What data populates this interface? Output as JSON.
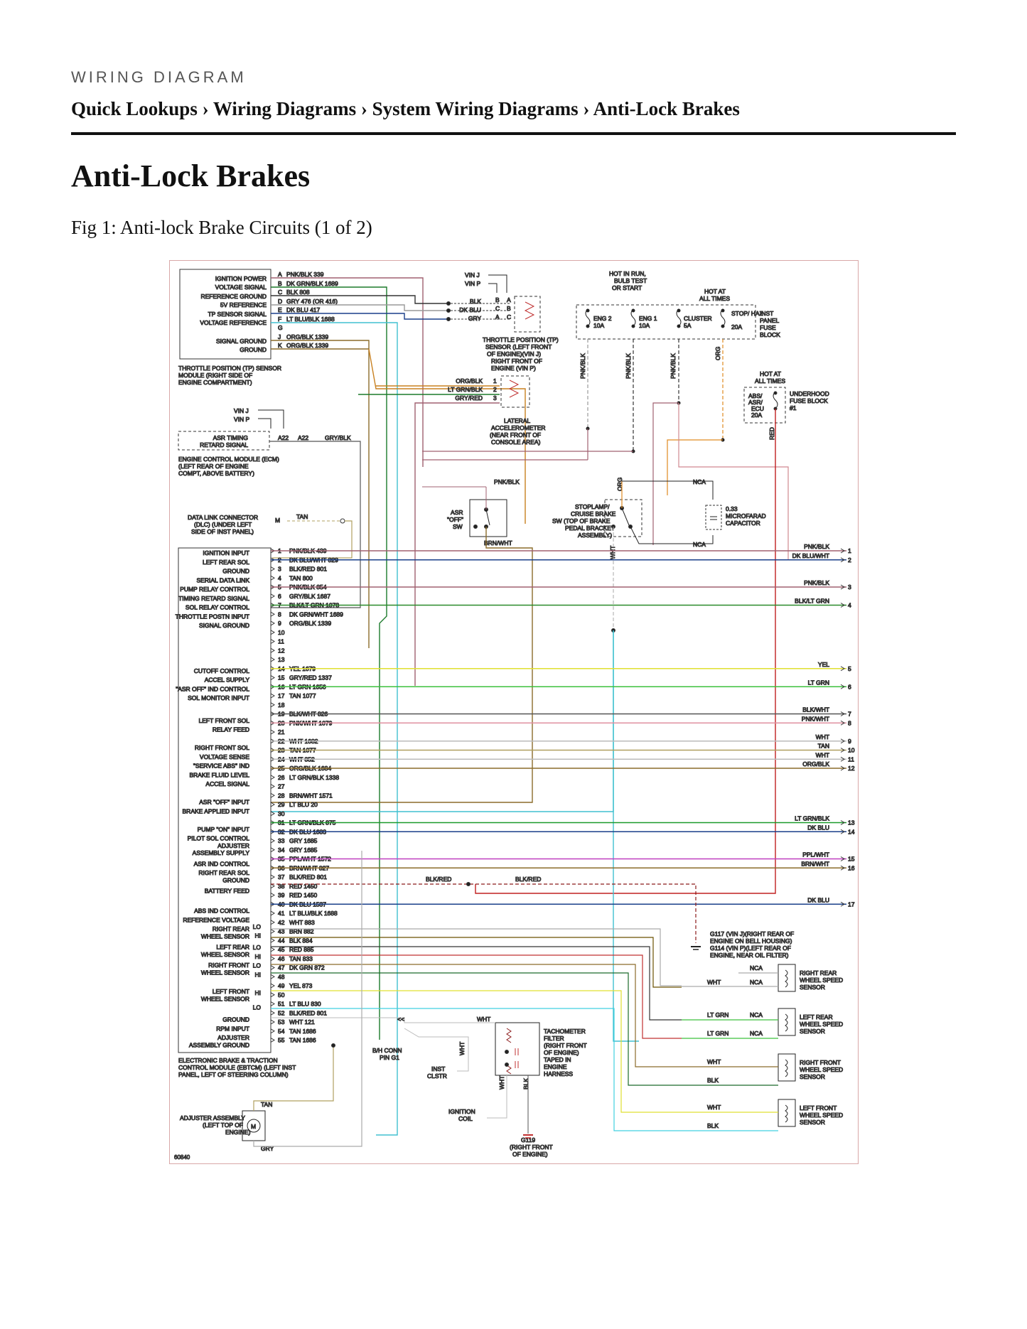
{
  "header": {
    "kicker": "WIRING DIAGRAM",
    "breadcrumb": [
      "Quick Lookups",
      "Wiring Diagrams",
      "System Wiring Diagrams",
      "Anti-Lock Brakes"
    ],
    "separator": "›"
  },
  "page_title": "Anti-Lock Brakes",
  "figure_caption": "Fig 1: Anti-lock Brake Circuits (1 of 2)",
  "diagram": {
    "tp_module": {
      "title": [
        "THROTTLE POSITION (TP) SENSOR",
        "MODULE (RIGHT SIDE OF",
        "ENGINE COMPARTMENT)"
      ],
      "pins": [
        {
          "label": "IGNITION POWER",
          "pin": "A",
          "wire": "PNK/BLK 339"
        },
        {
          "label": "VOLTAGE SIGNAL",
          "pin": "B",
          "wire": "DK GRN/BLK 1689"
        },
        {
          "label": "REFERENCE GROUND",
          "pin": "C",
          "wire": "BLK 808"
        },
        {
          "label": "5V REFERENCE",
          "pin": "D",
          "wire": "GRY 476 (OR 416)"
        },
        {
          "label": "TP SENSOR SIGNAL",
          "pin": "E",
          "wire": "DK BLU 417"
        },
        {
          "label": "VOLTAGE REFERENCE",
          "pin": "F",
          "wire": "LT BLU/BLK 1688"
        },
        {
          "label": "",
          "pin": "G",
          "wire": ""
        },
        {
          "label": "SIGNAL GROUND",
          "pin": "J",
          "wire": "ORG/BLK 1339"
        },
        {
          "label": "GROUND",
          "pin": "K",
          "wire": "ORG/BLK 1339"
        }
      ]
    },
    "ecm": {
      "label": [
        "ASR TIMING",
        "RETARD SIGNAL"
      ],
      "title": [
        "ENGINE CONTROL MODULE (ECM)",
        "(LEFT REAR OF ENGINE",
        "COMPT, ABOVE BATTERY)"
      ],
      "pins": [
        "A22",
        "A22"
      ],
      "wire": "GRY/BLK",
      "vin": [
        "VIN J",
        "VIN P"
      ]
    },
    "dlc": {
      "title": [
        "DATA LINK CONNECTOR",
        "(DLC) (UNDER LEFT",
        "SIDE OF INST PANEL)"
      ],
      "pin": "M",
      "wire": "TAN"
    },
    "tp_sensor": {
      "vin": [
        "VIN J",
        "VIN P"
      ],
      "wires": [
        {
          "color": "BLK",
          "pins": [
            "B",
            "A"
          ]
        },
        {
          "color": "DK BLU",
          "pins": [
            "C",
            "B"
          ]
        },
        {
          "color": "GRY",
          "pins": [
            "A",
            "C"
          ]
        }
      ],
      "title": [
        "THROTTLE POSITION (TP)",
        "SENSOR (LEFT FRONT",
        "OF ENGINE)(VIN J)",
        "RIGHT FRONT OF",
        "ENGINE (VIN P)"
      ]
    },
    "lateral_accelerometer": {
      "wires": [
        {
          "color": "ORG/BLK",
          "pin": "1"
        },
        {
          "color": "LT GRN/BLK",
          "pin": "2"
        },
        {
          "color": "GRY/RED",
          "pin": "3"
        }
      ],
      "title": [
        "LATERAL",
        "ACCELEROMETER",
        "(NEAR FRONT OF",
        "CONSOLE AREA)"
      ]
    },
    "fuse_panel": {
      "header": [
        "HOT IN RUN,",
        "BULB TEST",
        "OR START"
      ],
      "hot_at_all_times": [
        "HOT AT",
        "ALL TIMES"
      ],
      "fuses": [
        {
          "name": "ENG 2",
          "rating": "10A"
        },
        {
          "name": "ENG 1",
          "rating": "10A"
        },
        {
          "name": "CLUSTER",
          "rating": "5A"
        },
        {
          "name": "STOP/\nHAZ",
          "rating": "20A"
        }
      ],
      "title": [
        "INST",
        "PANEL",
        "FUSE",
        "BLOCK"
      ],
      "wire_labels": [
        "PNK/BLK",
        "PNK/BLK",
        "PNK/BLK",
        "ORG"
      ]
    },
    "underhood": {
      "hot": [
        "HOT AT",
        "ALL TIMES"
      ],
      "fuse": [
        "ABS/",
        "ASR/",
        "ECU",
        "20A"
      ],
      "title": [
        "UNDERHOOD",
        "FUSE BLOCK",
        "#1"
      ],
      "wire": "RED"
    },
    "asr_switch": {
      "label": [
        "ASR",
        "\"OFF\"",
        "SW"
      ],
      "wire_top": "PNK/BLK",
      "wire_bottom": "BRN/WHT"
    },
    "stoplamp": {
      "label": [
        "STOPLAMP/",
        "CRUISE BRAKE",
        "SW (TOP OF BRAKE",
        "PEDAL BRACKET",
        "ASSEMBLY)"
      ],
      "nca": [
        "NCA",
        "NCA"
      ],
      "wire_top": "ORG",
      "wire_bottom": "WHT",
      "capacitor": [
        "0.33",
        "MICROFARAD",
        "CAPACITOR"
      ]
    },
    "ebtcm": {
      "title": [
        "ELECTRONIC BRAKE & TRACTION",
        "CONTROL MODULE (EBTCM) (LEFT INST",
        "PANEL, LEFT OF STEERING COLUMN)"
      ],
      "labels": [
        "IGNITION INPUT",
        "LEFT REAR SOL",
        "GROUND",
        "SERIAL DATA LINK",
        "PUMP RELAY CONTROL",
        "TIMING RETARD SIGNAL",
        "SOL RELAY CONTROL",
        "THROTTLE POSTN INPUT",
        "SIGNAL GROUND",
        "CUTOFF CONTROL",
        "ACCEL SUPPLY",
        "\"ASR OFF\" IND CONTROL",
        "SOL MONITOR INPUT",
        "LEFT FRONT SOL",
        "RELAY FEED",
        "RIGHT FRONT SOL",
        "VOLTAGE SENSE",
        "\"SERVICE ABS\" IND",
        "BRAKE FLUID LEVEL",
        "ACCEL SIGNAL",
        "ASR \"OFF\" INPUT",
        "BRAKE APPLIED INPUT",
        "PUMP \"ON\" INPUT",
        "PILOT SOL CONTROL",
        "ADJUSTER",
        "ASSEMBLY SUPPLY",
        "ASR IND CONTROL",
        "RIGHT REAR SOL",
        "GROUND",
        "BATTERY FEED",
        "ABS IND CONTROL",
        "REFERENCE VOLTAGE",
        "RIGHT REAR",
        "WHEEL SENSOR",
        "LEFT REAR",
        "WHEEL SENSOR",
        "RIGHT FRONT",
        "WHEEL SENSOR",
        "LEFT FRONT",
        "WHEEL SENSOR",
        "GROUND",
        "RPM INPUT",
        "ADJUSTER",
        "ASSEMBLY GROUND"
      ],
      "pins": [
        {
          "n": "1",
          "wire": "PNK/BLK 439"
        },
        {
          "n": "2",
          "wire": "DK BLU/WHT 829"
        },
        {
          "n": "3",
          "wire": "BLK/RED 801"
        },
        {
          "n": "4",
          "wire": "TAN 800"
        },
        {
          "n": "5",
          "wire": "PNK/BLK 854"
        },
        {
          "n": "6",
          "wire": "GRY/BLK 1687"
        },
        {
          "n": "7",
          "wire": "BLK/LT GRN 1078"
        },
        {
          "n": "8",
          "wire": "DK GRN/WHT 1689"
        },
        {
          "n": "9",
          "wire": "ORG/BLK 1339"
        },
        {
          "n": "10",
          "wire": ""
        },
        {
          "n": "11",
          "wire": ""
        },
        {
          "n": "12",
          "wire": ""
        },
        {
          "n": "13",
          "wire": ""
        },
        {
          "n": "14",
          "wire": "YEL 1679"
        },
        {
          "n": "15",
          "wire": "GRY/RED 1337"
        },
        {
          "n": "16",
          "wire": "LT GRN 1656"
        },
        {
          "n": "17",
          "wire": "TAN 1077"
        },
        {
          "n": "18",
          "wire": ""
        },
        {
          "n": "19",
          "wire": "BLK/WHT 826"
        },
        {
          "n": "20",
          "wire": "PNK/WHT 1079"
        },
        {
          "n": "21",
          "wire": ""
        },
        {
          "n": "22",
          "wire": "WHT 1682"
        },
        {
          "n": "23",
          "wire": "TAN 1077"
        },
        {
          "n": "24",
          "wire": "WHT 852"
        },
        {
          "n": "25",
          "wire": "ORG/BLK 1684"
        },
        {
          "n": "26",
          "wire": "LT GRN/BLK 1338"
        },
        {
          "n": "27",
          "wire": ""
        },
        {
          "n": "28",
          "wire": "BRN/WHT 1571"
        },
        {
          "n": "29",
          "wire": "LT BLU 20"
        },
        {
          "n": "30",
          "wire": ""
        },
        {
          "n": "31",
          "wire": "LT GRN/BLK 875"
        },
        {
          "n": "32",
          "wire": "DK BLU 1683"
        },
        {
          "n": "33",
          "wire": "GRY 1685"
        },
        {
          "n": "34",
          "wire": "GRY 1685"
        },
        {
          "n": "35",
          "wire": "PPL/WHT 1572"
        },
        {
          "n": "36",
          "wire": "BRN/WHT 827"
        },
        {
          "n": "37",
          "wire": "BLK/RED 801"
        },
        {
          "n": "38",
          "wire": "RED 1450"
        },
        {
          "n": "39",
          "wire": "RED 1450"
        },
        {
          "n": "40",
          "wire": "DK BLU 1537"
        },
        {
          "n": "41",
          "wire": "LT BLU/BLK 1688"
        },
        {
          "n": "42",
          "wire": "WHT 883"
        },
        {
          "n": "43",
          "wire": "BRN 882"
        },
        {
          "n": "44",
          "wire": "BLK 884"
        },
        {
          "n": "45",
          "wire": "RED 885"
        },
        {
          "n": "46",
          "wire": "TAN 833"
        },
        {
          "n": "47",
          "wire": "DK GRN 872"
        },
        {
          "n": "48",
          "wire": ""
        },
        {
          "n": "49",
          "wire": "YEL 873"
        },
        {
          "n": "50",
          "wire": ""
        },
        {
          "n": "51",
          "wire": "LT BLU 830"
        },
        {
          "n": "52",
          "wire": "BLK/RED 801"
        },
        {
          "n": "53",
          "wire": "WHT 121"
        },
        {
          "n": "54",
          "wire": "TAN 1686"
        },
        {
          "n": "55",
          "wire": "TAN 1686"
        }
      ],
      "lo_hi": [
        "LO",
        "HI",
        "LO",
        "HI",
        "LO",
        "HI",
        "HI",
        "LO"
      ]
    },
    "continuations": [
      {
        "wire": "PNK/BLK",
        "n": "1"
      },
      {
        "wire": "DK BLU/WHT",
        "n": "2"
      },
      {
        "wire": "PNK/BLK",
        "n": "3"
      },
      {
        "wire": "BLK/LT GRN",
        "n": "4"
      },
      {
        "wire": "YEL",
        "n": "5"
      },
      {
        "wire": "LT GRN",
        "n": "6"
      },
      {
        "wire": "BLK/WHT",
        "n": "7"
      },
      {
        "wire": "PNK/WHT",
        "n": "8"
      },
      {
        "wire": "WHT",
        "n": "9"
      },
      {
        "wire": "TAN",
        "n": "10"
      },
      {
        "wire": "WHT",
        "n": "11"
      },
      {
        "wire": "ORG/BLK",
        "n": "12"
      },
      {
        "wire": "LT GRN/BLK",
        "n": "13"
      },
      {
        "wire": "DK BLU",
        "n": "14"
      },
      {
        "wire": "PPL/WHT",
        "n": "15"
      },
      {
        "wire": "BRN/WHT",
        "n": "16"
      },
      {
        "wire": "DK BLU",
        "n": "17"
      }
    ],
    "blk_red_labels": [
      "BLK/RED",
      "BLK/RED"
    ],
    "grounds": {
      "g117": [
        "G117 (VIN J)(RIGHT REAR OF",
        "ENGINE ON BELL HOUSING)",
        "G114 (VIN P)(LEFT REAR OF",
        "ENGINE, NEAR OIL FILTER)"
      ],
      "g119": [
        "G119",
        "(RIGHT FRONT",
        "OF ENGINE)"
      ]
    },
    "wheel_sensors": [
      {
        "title": [
          "RIGHT REAR",
          "WHEEL SPEED",
          "SENSOR"
        ],
        "wires": [
          "WHT",
          "NCA",
          "NCA"
        ]
      },
      {
        "title": [
          "LEFT REAR",
          "WHEEL SPEED",
          "SENSOR"
        ],
        "wires": [
          "LT GRN",
          "NCA",
          "LT GRN",
          "NCA"
        ]
      },
      {
        "title": [
          "RIGHT FRONT",
          "WHEEL SPEED",
          "SENSOR"
        ],
        "wires": [
          "WHT",
          "BLK"
        ]
      },
      {
        "title": [
          "LEFT FRONT",
          "WHEEL SPEED",
          "SENSOR"
        ],
        "wires": [
          "WHT",
          "BLK"
        ]
      }
    ],
    "tach_filter": {
      "title": [
        "TACHOMETER",
        "FILTER",
        "(RIGHT FRONT",
        "OF ENGINE)",
        "TAPED IN",
        "ENGINE",
        "HARNESS"
      ],
      "wires": [
        "WHT",
        "WHT",
        "WHT",
        "BLK"
      ],
      "bh_conn": [
        "B/H CONN",
        "PIN G1"
      ],
      "inst": [
        "INST",
        "CLSTR"
      ],
      "ignition_coil": [
        "IGNITION",
        "COIL"
      ]
    },
    "adjuster": {
      "title": [
        "ADJUSTER ASSEMBLY",
        "(LEFT TOP OF",
        "ENGINE)"
      ],
      "motor": "M",
      "wires": [
        "TAN",
        "GRY"
      ]
    },
    "figure_id": "60840"
  }
}
